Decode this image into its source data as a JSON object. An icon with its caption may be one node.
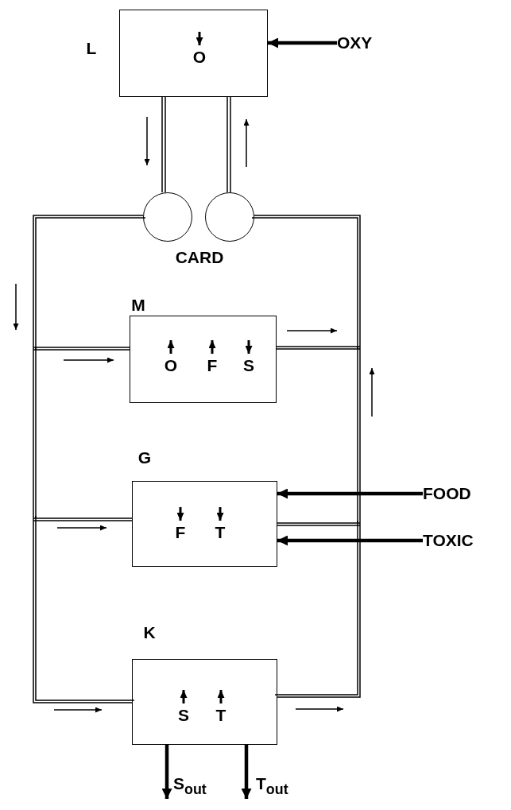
{
  "diagram": {
    "nodes": [
      {
        "text": [
          "L",
          "O"
        ]
      },
      {
        "text": [
          "OXY"
        ]
      },
      {
        "text": [],
        "shape": "circle"
      },
      {
        "text": [],
        "shape": "circle"
      },
      {
        "text": [
          "M",
          "O",
          "F",
          "S"
        ]
      },
      {
        "text": [
          "G",
          "F",
          "T"
        ]
      },
      {
        "text": [
          "FOOD"
        ]
      },
      {
        "text": [
          "TOXIC"
        ]
      },
      {
        "text": [
          "K",
          "S",
          "T"
        ]
      },
      {
        "text": [
          "S$_{out}$"
        ]
      },
      {
        "text": [
          "T$_{out}$"
        ]
      }
    ],
    "edges": [
      {
        "from": 1,
        "to": 0,
        "arrow": "to",
        "style": "thick"
      },
      {
        "from": 0,
        "to": 2,
        "arrow": "none"
      },
      {
        "from": 3,
        "to": 0,
        "arrow": "none"
      },
      {
        "from": 2,
        "to": 4,
        "arrow": "none"
      },
      {
        "from": 2,
        "to": 5,
        "arrow": "none"
      },
      {
        "from": 2,
        "to": 8,
        "arrow": "none"
      },
      {
        "from": 4,
        "to": 3,
        "arrow": "none"
      },
      {
        "from": 5,
        "to": 3,
        "arrow": "none"
      },
      {
        "from": 8,
        "to": 3,
        "arrow": "none"
      },
      {
        "from": 6,
        "to": 5,
        "arrow": "to",
        "style": "thick"
      },
      {
        "from": 7,
        "to": 5,
        "arrow": "to",
        "style": "thick"
      },
      {
        "from": 8,
        "to": 9,
        "arrow": "to",
        "style": "thick"
      },
      {
        "from": 8,
        "to": 10,
        "arrow": "to",
        "style": "thick"
      }
    ],
    "labels": [
      "CARD"
    ]
  }
}
